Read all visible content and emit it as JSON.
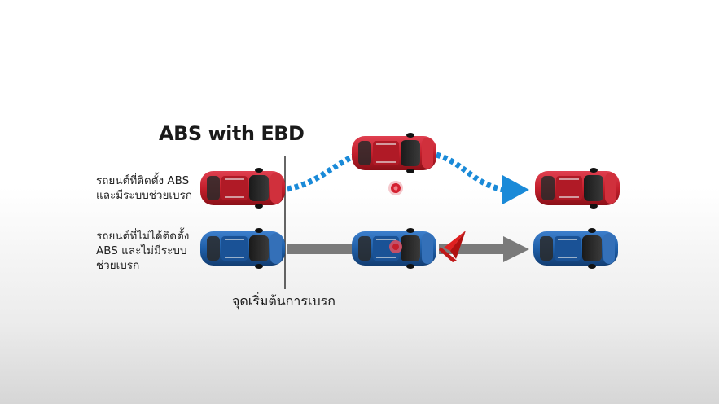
{
  "title": "ABS with EBD",
  "rows": {
    "with_abs": {
      "label_lines": [
        "รถยนต์ที่ติดตั้ง ABS",
        "และมีระบบช่วยเบรก"
      ],
      "car_color": "#c41f2c"
    },
    "without_abs": {
      "label_lines": [
        "รถยนต์ที่ไม่ได้ติดตั้ง",
        "ABS  และไม่มีระบบ",
        "ช่วยเบรก"
      ],
      "car_color": "#1f5fa8"
    }
  },
  "braking_start_label": "จุดเริ่มต้นการเบรก",
  "colors": {
    "dotted_path": "#1a8ad8",
    "arrow_blue": "#1a8ad8",
    "straight_arrow": "#7a7a7a",
    "obstacle_marker": "#d42030",
    "cone": "#e02020"
  },
  "icons": [
    "obstacle-target-icon",
    "warning-cone-icon"
  ]
}
